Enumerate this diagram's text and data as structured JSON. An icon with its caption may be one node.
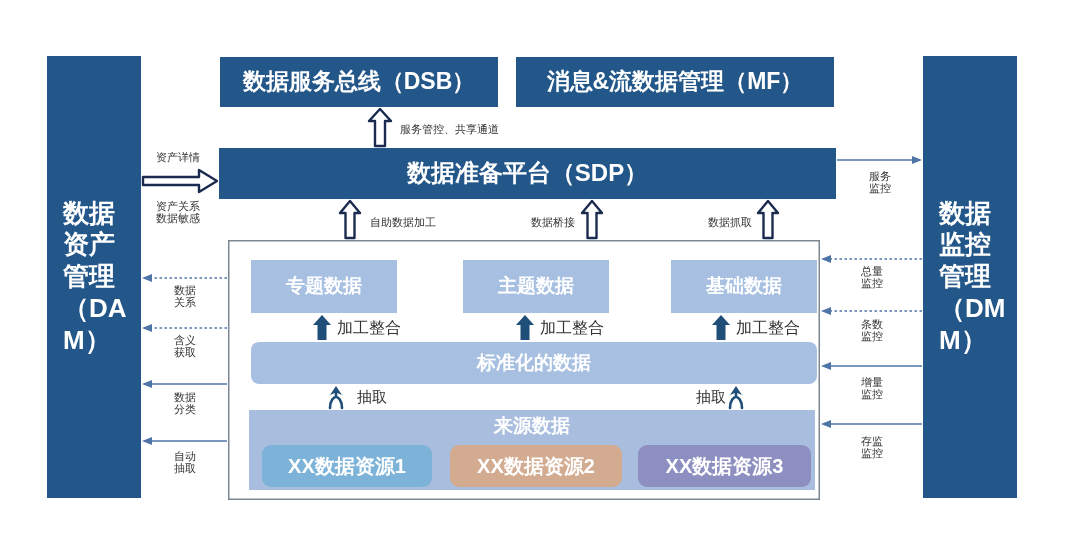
{
  "diagram": {
    "nodes": [
      {
        "text": [
          "数据资产管理（DAM）"
        ]
      },
      {
        "text": [
          "数据服务总线（DSB）"
        ]
      },
      {
        "text": [
          "消息&流数据管理（MF）"
        ]
      },
      {
        "text": [
          "数据准备平台（SDP）"
        ]
      },
      {
        "text": [],
        "shape": "box"
      },
      {
        "text": [
          "专题数据"
        ],
        "in": 4
      },
      {
        "text": [
          "主题数据"
        ],
        "in": 4
      },
      {
        "text": [
          "基础数据"
        ],
        "in": 4
      },
      {
        "text": [
          "标准化的数据"
        ],
        "in": 4
      },
      {
        "text": [
          "来源数据"
        ],
        "in": 4
      },
      {
        "text": [
          "XX数据资源1"
        ],
        "in": 9
      },
      {
        "text": [
          "XX数据资源2"
        ],
        "in": 9
      },
      {
        "text": [
          "XX数据资源3"
        ],
        "in": 9
      },
      {
        "text": [
          "数据监控管理（DMM）"
        ]
      }
    ],
    "edges": [
      {
        "from": 3,
        "to": 1,
        "arrow": "to",
        "label": "服务管控、共享通道",
        "style": "thick",
        "color": "#1b2b4f"
      },
      {
        "from": 0,
        "to": 3,
        "arrow": "to",
        "label": "资产详情",
        "style": "thick",
        "color": "#1b2b4f"
      },
      {
        "from": 4,
        "to": 3,
        "arrow": "to",
        "label": "自助数据加工",
        "style": "thick",
        "color": "#1b2b4f"
      },
      {
        "from": 4,
        "to": 3,
        "arrow": "to",
        "label": "数据桥接",
        "style": "thick",
        "color": "#1b2b4f"
      },
      {
        "from": 4,
        "to": 3,
        "arrow": "to",
        "label": "数据抓取",
        "style": "thick",
        "color": "#1b2b4f"
      },
      {
        "from": 3,
        "to": 13,
        "arrow": "to",
        "label": "服务监控"
      },
      {
        "from": 4,
        "to": 0,
        "arrow": "to",
        "label": "数据关系",
        "style": "dashed"
      },
      {
        "from": 4,
        "to": 0,
        "arrow": "to",
        "label": "含义获取",
        "style": "dashed"
      },
      {
        "from": 4,
        "to": 0,
        "arrow": "to",
        "label": "数据分类"
      },
      {
        "from": 4,
        "to": 0,
        "arrow": "to",
        "label": "自动抽取"
      },
      {
        "from": 13,
        "to": 4,
        "arrow": "to",
        "label": "总量监控",
        "style": "dashed"
      },
      {
        "from": 13,
        "to": 4,
        "arrow": "to",
        "label": "条数监控",
        "style": "dashed"
      },
      {
        "from": 13,
        "to": 4,
        "arrow": "to",
        "label": "增量监控"
      },
      {
        "from": 13,
        "to": 4,
        "arrow": "to",
        "label": "存监监控"
      },
      {
        "from": 8,
        "to": 5,
        "arrow": "to",
        "label": "加工整合",
        "style": "thick",
        "color": "#1f4e79"
      },
      {
        "from": 8,
        "to": 6,
        "arrow": "to",
        "label": "加工整合",
        "style": "thick",
        "color": "#1f4e79"
      },
      {
        "from": 8,
        "to": 7,
        "arrow": "to",
        "label": "加工整合",
        "style": "thick",
        "color": "#1f4e79"
      },
      {
        "from": 9,
        "to": 8,
        "arrow": "to",
        "label": "抽取",
        "color": "#1f4e79"
      },
      {
        "from": 9,
        "to": 8,
        "arrow": "to",
        "label": "抽取",
        "color": "#1f4e79"
      }
    ],
    "labels": [
      "资产关系数据敏感"
    ]
  }
}
